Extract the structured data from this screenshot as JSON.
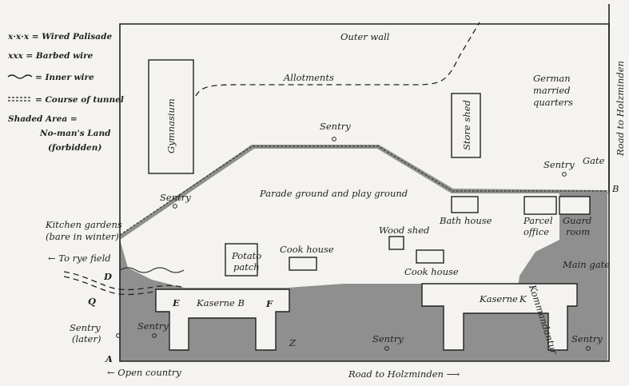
{
  "legend": {
    "wired_palisade": "x·x·x = Wired Palisade",
    "barbed_wire": "xxx = Barbed wire",
    "inner_wire": "= Inner wire",
    "tunnel": "= Course of tunnel",
    "shaded_1": "Shaded Area =",
    "shaded_2": "No-man's Land",
    "shaded_3": "(forbidden)"
  },
  "labels": {
    "outer_wall": "Outer wall",
    "allotments": "Allotments",
    "gymnasium": "Gymnasium",
    "store_shed": "Store shed",
    "german_quarters_1": "German",
    "german_quarters_2": "married",
    "german_quarters_3": "quarters",
    "road_right": "Road to Holzminden",
    "road_bottom": "Road to Holzminden",
    "sentry_top": "Sentry",
    "sentry_left": "Sentry",
    "sentry_right": "Sentry",
    "gate": "Gate",
    "letter_b": "B",
    "parade": "Parade ground and play ground",
    "kitchen_1": "Kitchen gardens",
    "kitchen_2": "(bare in winter)",
    "rye_field": "To rye field",
    "letter_d": "D",
    "letter_q": "Q",
    "letter_e": "E",
    "letter_f": "F",
    "letter_a": "A",
    "letter_z": "Z",
    "letter_k": "K",
    "bath_house": "Bath house",
    "parcel_1": "Parcel",
    "parcel_2": "office",
    "guard_1": "Guard",
    "guard_2": "room",
    "main_gate": "Main gate",
    "wood_shed": "Wood shed",
    "cook_house_1": "Cook house",
    "cook_house_2": "Cook house",
    "potato_1": "Potato",
    "potato_2": "patch",
    "kaserne_b": "Kaserne B",
    "kaserne_a": "Kaserne",
    "kommandantur": "Kommandantur",
    "sentry_later_1": "Sentry",
    "sentry_later_2": "(later)",
    "sentry_bottom_left": "Sentry",
    "sentry_bottom_mid": "Sentry",
    "sentry_bottom_right": "Sentry",
    "open_country": "Open country"
  }
}
